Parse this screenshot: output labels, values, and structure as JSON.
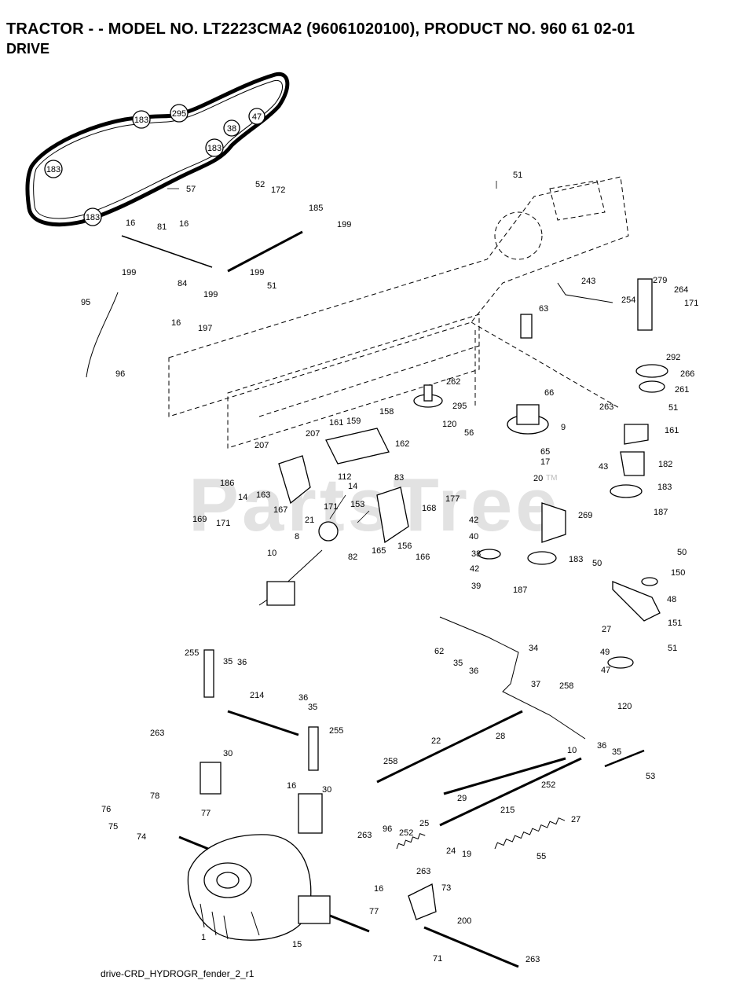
{
  "header": {
    "title": "TRACTOR - - MODEL NO. LT2223CMA2 (96061020100), PRODUCT NO. 960 61 02-01",
    "subtitle": "DRIVE"
  },
  "watermark": {
    "text": "PartsTree",
    "trademark": "TM"
  },
  "footer": {
    "text": "drive-CRD_HYDROGR_fender_2_r1"
  },
  "belt_callouts": [
    "183",
    "183",
    "295",
    "38",
    "47",
    "183",
    "183"
  ],
  "callouts": [
    "57",
    "52",
    "172",
    "185",
    "199",
    "16",
    "81",
    "16",
    "199",
    "84",
    "199",
    "51",
    "199",
    "95",
    "16",
    "197",
    "96",
    "51",
    "243",
    "254",
    "279",
    "264",
    "171",
    "63",
    "292",
    "266",
    "261",
    "51",
    "262",
    "295",
    "120",
    "56",
    "66",
    "263",
    "161",
    "9",
    "65",
    "17",
    "20",
    "43",
    "182",
    "183",
    "187",
    "158",
    "159",
    "161",
    "207",
    "162",
    "207",
    "186",
    "14",
    "163",
    "112",
    "14",
    "83",
    "167",
    "171",
    "153",
    "169",
    "171",
    "177",
    "168",
    "42",
    "40",
    "269",
    "21",
    "8",
    "82",
    "165",
    "156",
    "166",
    "38",
    "42",
    "183",
    "39",
    "187",
    "10",
    "50",
    "50",
    "150",
    "48",
    "27",
    "151",
    "51",
    "49",
    "47",
    "62",
    "35",
    "36",
    "34",
    "37",
    "258",
    "120",
    "255",
    "35",
    "36",
    "214",
    "36",
    "35",
    "255",
    "263",
    "30",
    "22",
    "28",
    "10",
    "36",
    "35",
    "53",
    "258",
    "29",
    "252",
    "215",
    "27",
    "16",
    "30",
    "78",
    "76",
    "77",
    "75",
    "74",
    "263",
    "96",
    "252",
    "25",
    "24",
    "19",
    "55",
    "263",
    "73",
    "16",
    "77",
    "200",
    "1",
    "15",
    "71",
    "263"
  ]
}
